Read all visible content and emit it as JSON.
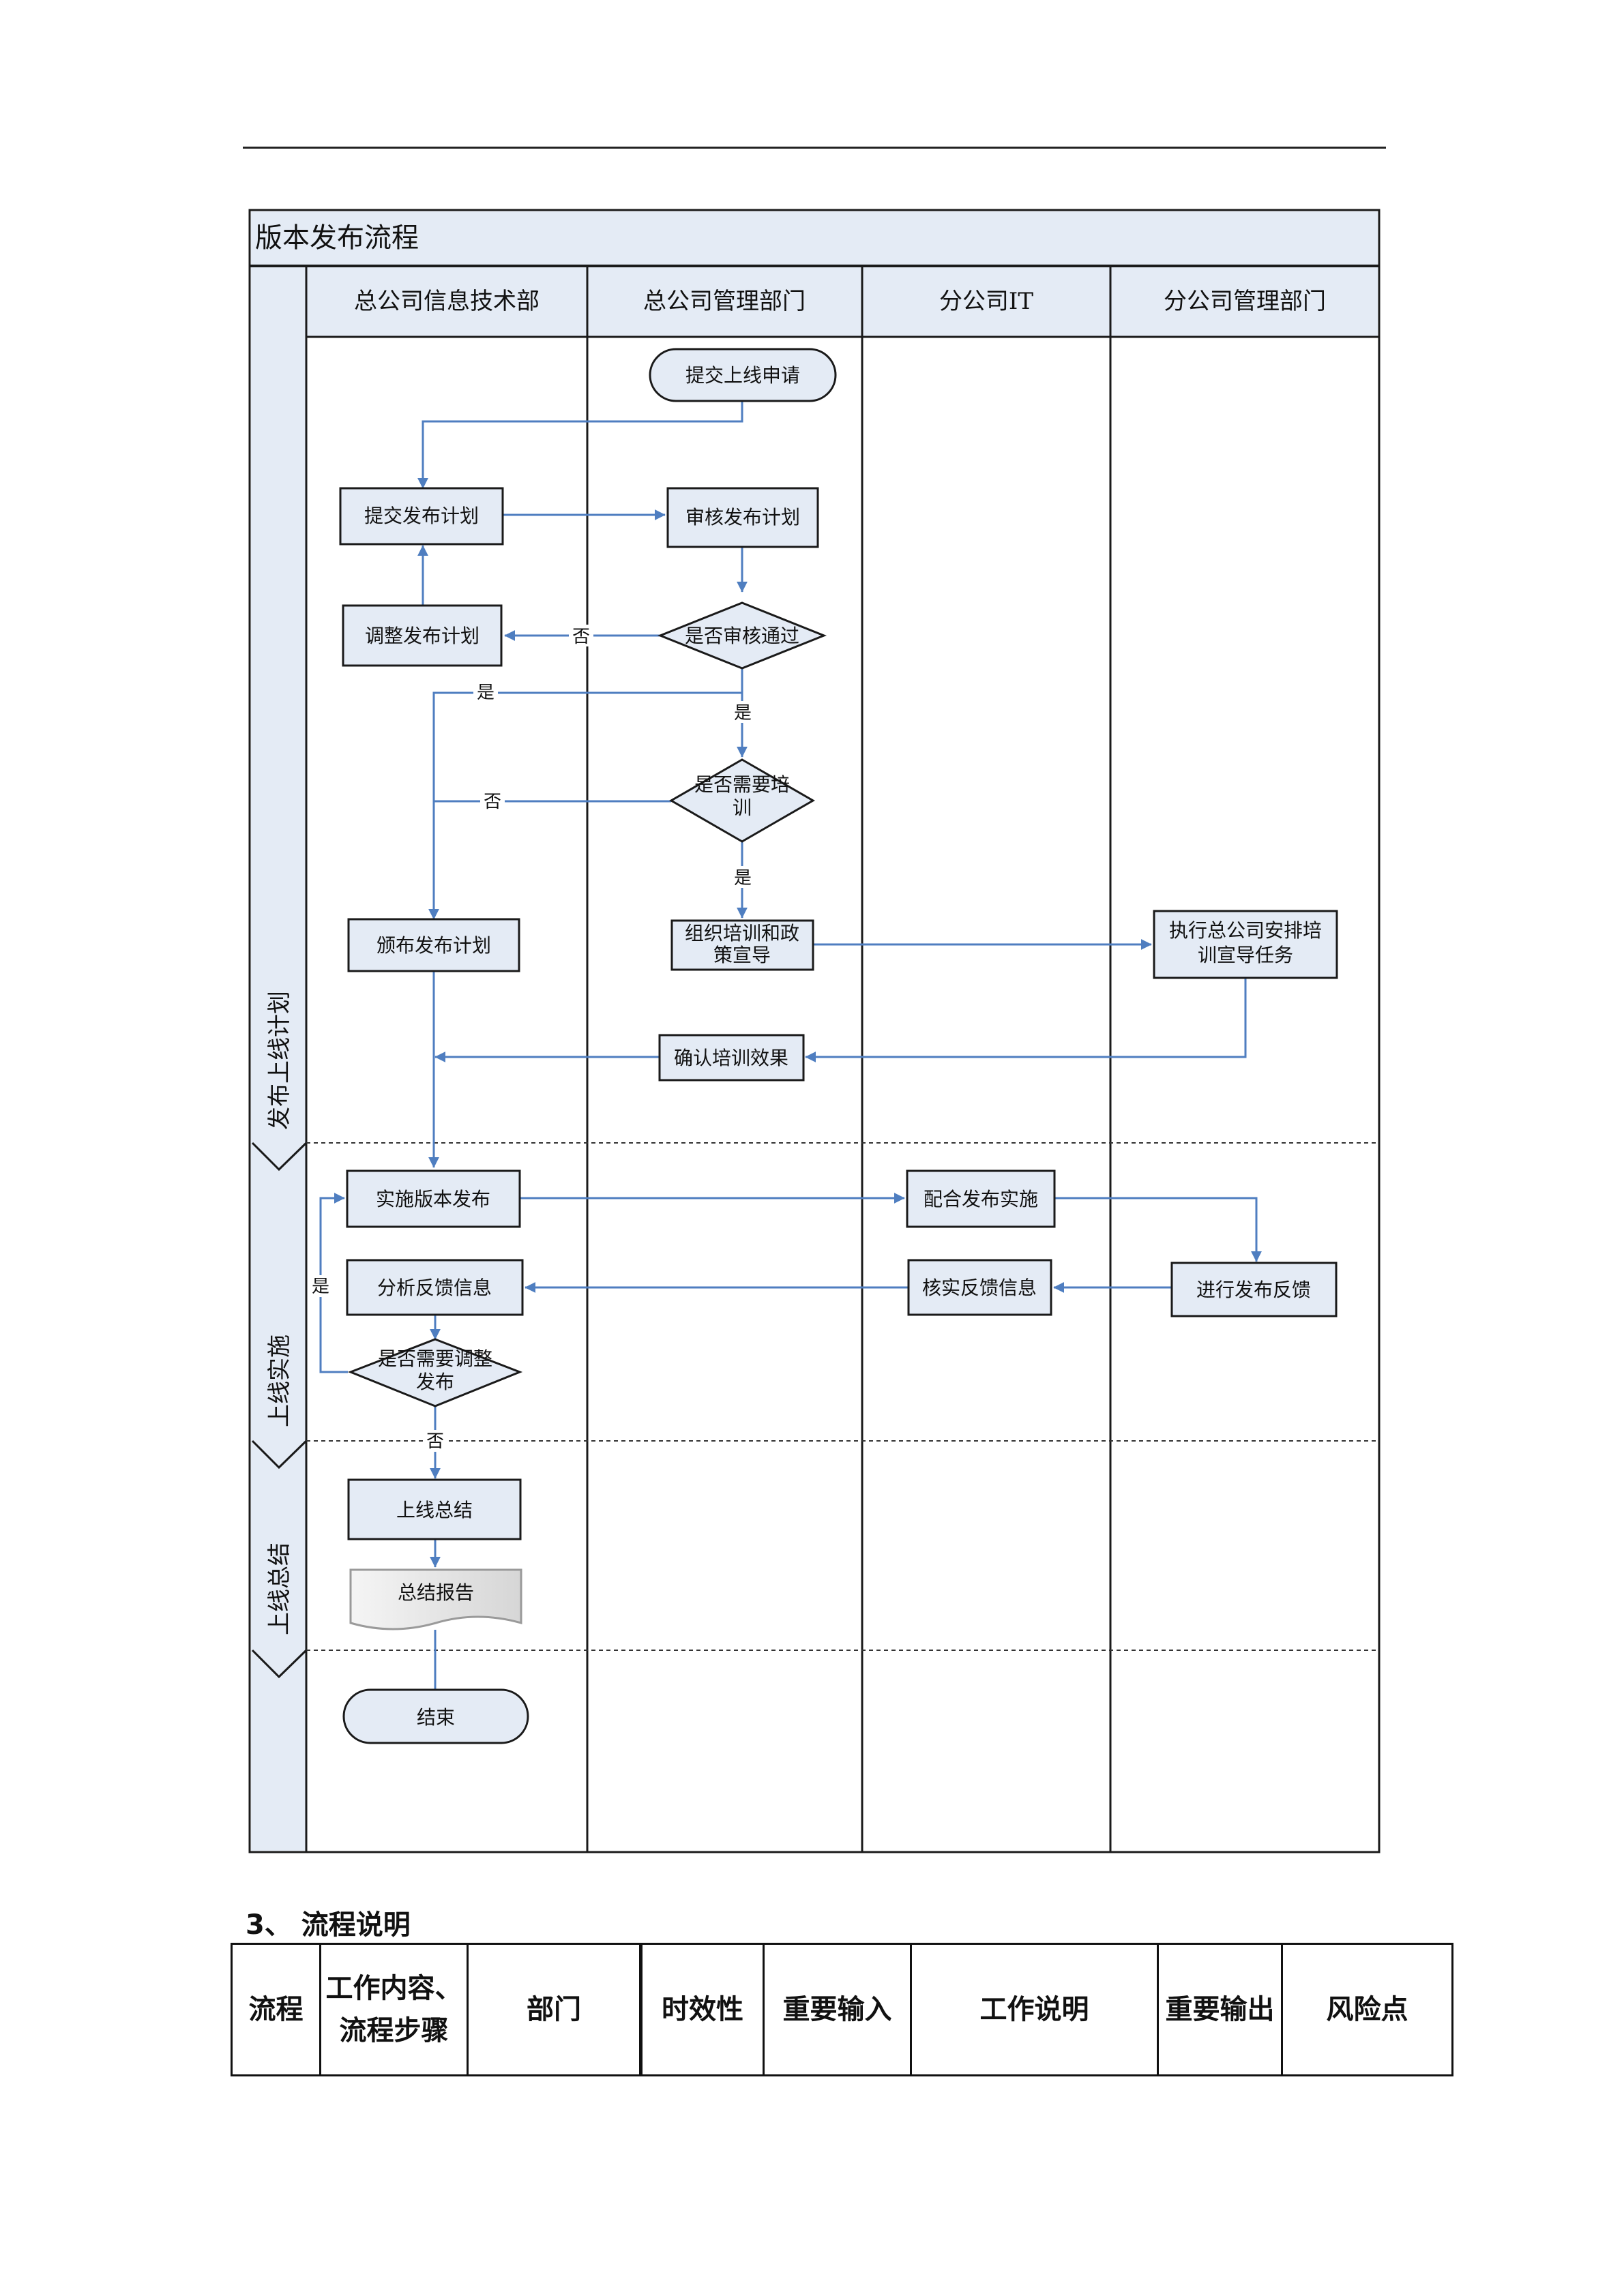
{
  "diagram": {
    "title": "版本发布流程",
    "lanes": [
      "总公司信息技术部",
      "总公司管理部门",
      "分公司IT",
      "分公司管理部门"
    ],
    "phases": [
      "发布上线计划",
      "上线实施",
      "上线总结"
    ],
    "nodes": {
      "submit_request": "提交上线申请",
      "submit_plan": "提交发布计划",
      "review_plan": "审核发布计划",
      "adjust_plan": "调整发布计划",
      "review_passed": "是否审核通过",
      "need_training_1": "是否需要培",
      "need_training_2": "训",
      "publish_plan": "颁布发布计划",
      "organize_training_1": "组织培训和政",
      "organize_training_2": "策宣导",
      "execute_training_1": "执行总公司安排培",
      "execute_training_2": "训宣导任务",
      "confirm_effect": "确认培训效果",
      "implement_release": "实施版本发布",
      "assist_release": "配合发布实施",
      "analyze_feedback": "分析反馈信息",
      "verify_feedback": "核实反馈信息",
      "give_feedback": "进行发布反馈",
      "need_adjust_1": "是否需要调整",
      "need_adjust_2": "发布",
      "launch_summary": "上线总结",
      "summary_report": "总结报告",
      "end": "结束"
    },
    "edge_labels": {
      "no_review": "否",
      "yes_review_left": "是",
      "yes_review_down": "是",
      "no_training": "否",
      "yes_training": "是",
      "yes_adjust": "是",
      "no_adjust": "否"
    }
  },
  "section": {
    "heading": "3、 流程说明"
  },
  "table": {
    "columns": [
      "流程",
      "工作内容、流程步骤",
      "部门",
      "时效性",
      "重要输入",
      "工作说明",
      "重要输出",
      "风险点"
    ]
  }
}
